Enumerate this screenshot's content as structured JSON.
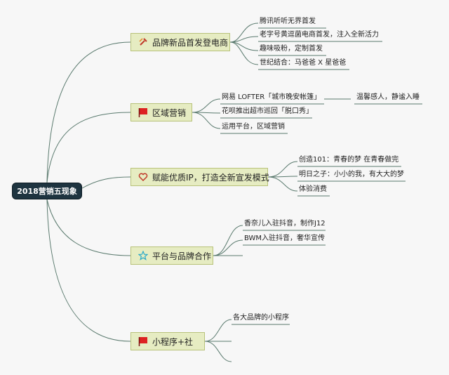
{
  "root": {
    "label": "2018营销五现象"
  },
  "topics": [
    {
      "label": "品牌新品首发登电商",
      "icon": "tools-icon",
      "leaves": [
        "腾讯听听无界首发",
        "老字号黄逗菌电商首发，注入全新活力",
        "趣味吸粉，定制首发",
        "世纪结合：马爸爸 X 星爸爸"
      ]
    },
    {
      "label": "区域营销",
      "icon": "red-flag-icon",
      "leaves": [
        "网易 LOFTER「城市晚安帐篷」",
        "花呗推出超市巡回「脱口秀」",
        "运用平台，区域营销"
      ],
      "subleaf": "温馨感人，静谧入睡"
    },
    {
      "label": "赋能优质IP，打造全新宣发模式",
      "icon": "heart-icon",
      "leaves": [
        "创造101：青春的梦 在青春做完",
        "明日之子：小小的我，有大大的梦",
        "体验消费"
      ]
    },
    {
      "label": "平台与品牌合作",
      "icon": "star-icon",
      "leaves": [
        "香奈儿入驻抖音，制作J12",
        "BWM入驻抖音，奢华宣传"
      ]
    },
    {
      "label": "小程序+社",
      "icon": "red-flag-icon",
      "leaves": [
        "各大品牌的小程序"
      ]
    }
  ]
}
